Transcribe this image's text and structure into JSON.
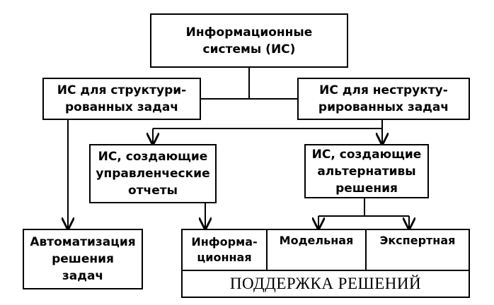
{
  "diagram": {
    "root": "Информационные\nсистемы (ИС)",
    "structured": "ИС для структури-\nрованных задач",
    "unstructured": "ИС для неструкту-\nрированных задач",
    "reports": "ИС, создающие\nуправленческие\nотчеты",
    "alternatives": "ИС, создающие\nальтернативы\nрешения",
    "automation": "Автоматизация\nрешения\nзадач",
    "support": {
      "informational": "Информа-\nционная",
      "model": "Модельная",
      "expert": "Экспертная",
      "footer": "ПОДДЕРЖКА РЕШЕНИЙ"
    }
  },
  "colors": {
    "line": "#000000",
    "background": "#ffffff"
  }
}
